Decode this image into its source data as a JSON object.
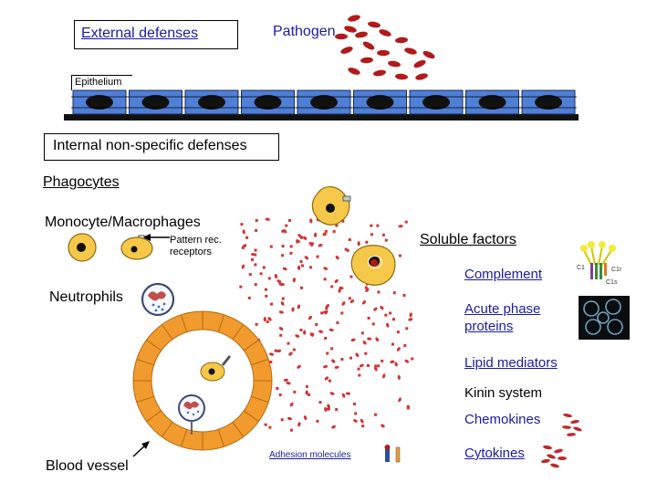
{
  "labels": {
    "external_defenses": "External defenses",
    "pathogen": "Pathogen",
    "epithelium": "Epithelium",
    "internal_defenses": "Internal non-specific defenses",
    "phagocytes": "Phagocytes",
    "monocyte_macrophages": "Monocyte/Macrophages",
    "pattern_rec_receptors": "Pattern rec. receptors",
    "soluble_factors": "Soluble factors",
    "complement": "Complement",
    "neutrophils": "Neutrophils",
    "acute_phase_proteins": "Acute phase proteins",
    "lipid_mediators": "Lipid mediators",
    "kinin_system": "Kinin system",
    "chemokines": "Chemokines",
    "adhesion_molecules": "Adhesion molecules",
    "cytokines": "Cytokines",
    "blood_vessel": "Blood vessel"
  },
  "complement_icon_labels": {
    "c1": "C1",
    "c1r": "C1r",
    "c1s": "C1s"
  },
  "colors": {
    "accent_text": "#1a1aa6",
    "pathogen": "#b01a1a",
    "cell_fill": "#f6c84a",
    "cell_outline": "#8a6a10",
    "nucleus": "#111111",
    "epithelial_cell": "#4f7fd6",
    "soluble_dots": "#d03434",
    "vessel_wall": "#f19a2e",
    "neutrophil_nucleus": "#c0504d",
    "neutrophil_granules": "#3b6fc8"
  },
  "icons": [
    "pathogen-cluster",
    "epithelial-cell",
    "monocyte-cell",
    "macrophage-cell",
    "neutrophil-cell",
    "blood-vessel-ring",
    "complement-c1-icon",
    "acute-phase-protein-icon",
    "adhesion-molecule-icon",
    "chemokine-icon",
    "cytokine-icon"
  ]
}
